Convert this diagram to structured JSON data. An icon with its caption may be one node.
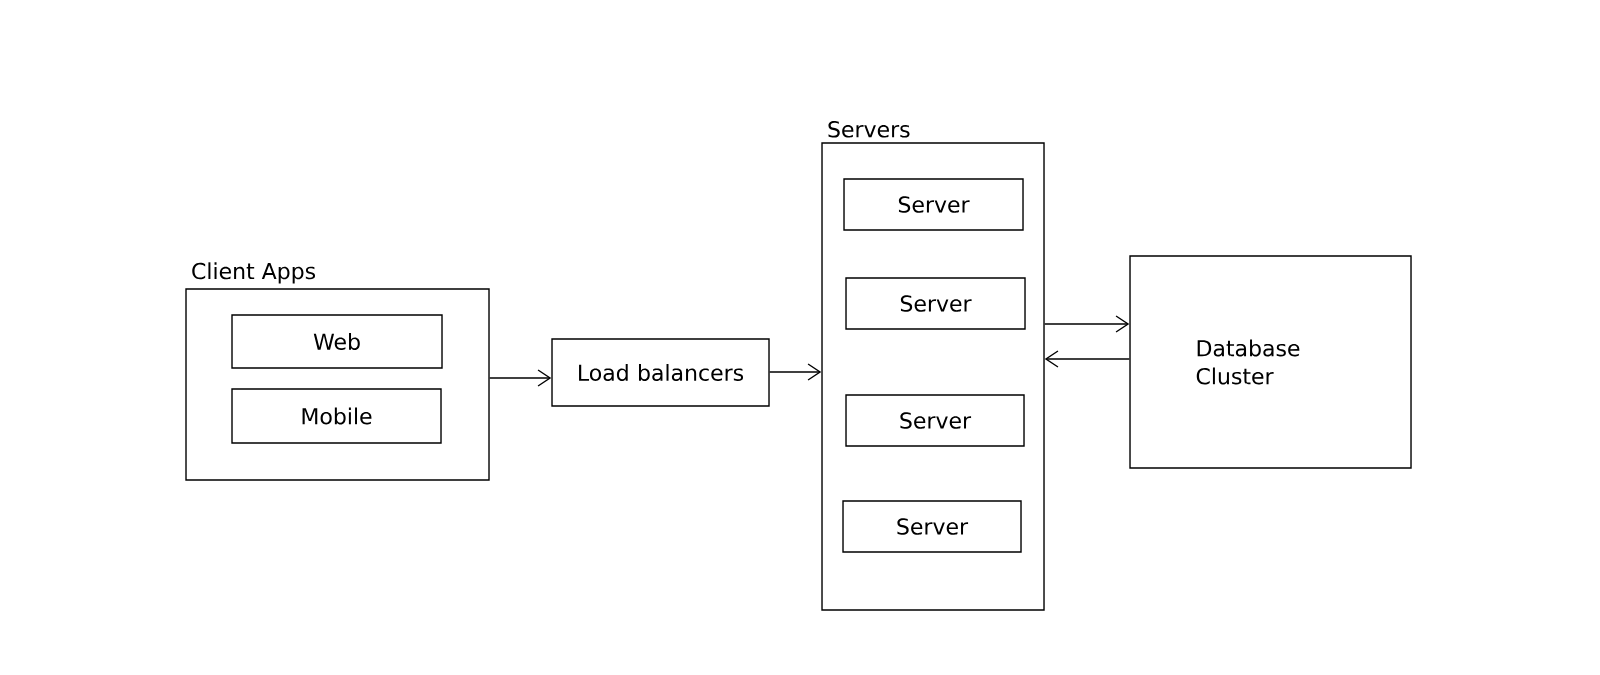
{
  "diagram": {
    "nodes": [
      {
        "text": [
          "Client Apps"
        ]
      },
      {
        "text": [
          "Web"
        ],
        "in": 0
      },
      {
        "text": [
          "Mobile"
        ],
        "in": 0
      },
      {
        "text": [
          "Load balancers"
        ]
      },
      {
        "text": [
          "Servers"
        ]
      },
      {
        "text": [
          "Server"
        ],
        "in": 4
      },
      {
        "text": [
          "Server"
        ],
        "in": 4
      },
      {
        "text": [
          "Server"
        ],
        "in": 4
      },
      {
        "text": [
          "Server"
        ],
        "in": 4
      },
      {
        "text": [
          "Database Cluster"
        ]
      }
    ],
    "edges": [
      {
        "from": 0,
        "to": 3,
        "arrow": "to"
      },
      {
        "from": 3,
        "to": 4,
        "arrow": "to"
      },
      {
        "from": 4,
        "to": 9,
        "arrow": "to"
      },
      {
        "from": 9,
        "to": 4,
        "arrow": "to"
      }
    ]
  }
}
